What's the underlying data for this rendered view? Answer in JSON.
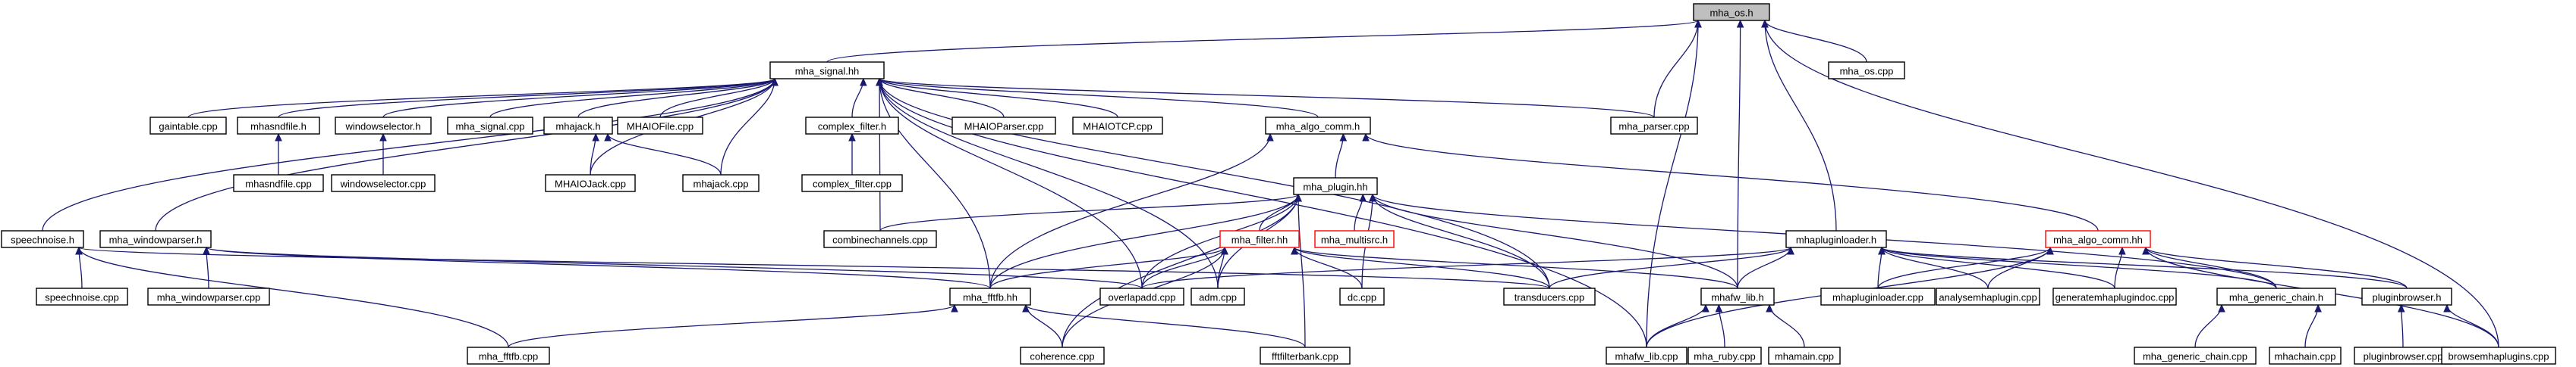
{
  "graph": {
    "type": "include-dependency-graph",
    "colors": {
      "edge": "#191970",
      "node_border": "#000000",
      "root_fill": "#bfbfbf",
      "red_border": "#ff0000",
      "background": "#ffffff"
    },
    "nodes": {
      "mha_os": "mha_os.h",
      "mha_signal": "mha_signal.hh",
      "mha_os_cpp": "mha_os.cpp",
      "gaintable": "gaintable.cpp",
      "mhasndfile_h": "mhasndfile.h",
      "windowselector_h": "windowselector.h",
      "mha_signal_cpp": "mha_signal.cpp",
      "mhajack_h": "mhajack.h",
      "mhaiofile": "MHAIOFile.cpp",
      "complex_filter_h": "complex_filter.h",
      "mhaioparser": "MHAIOParser.cpp",
      "mhaiotcp": "MHAIOTCP.cpp",
      "mha_algo_comm_h": "mha_algo_comm.h",
      "mha_parser_cpp": "mha_parser.cpp",
      "mhasndfile_cpp": "mhasndfile.cpp",
      "windowselector_cpp": "windowselector.cpp",
      "mhaiojack": "MHAIOJack.cpp",
      "mhajack_cpp": "mhajack.cpp",
      "complex_filter_cpp": "complex_filter.cpp",
      "mha_plugin": "mha_plugin.hh",
      "speechnoise_h": "speechnoise.h",
      "mha_windowparser_h": "mha_windowparser.h",
      "combinechannels": "combinechannels.cpp",
      "mha_filter": "mha_filter.hh",
      "mha_multisrc": "mha_multisrc.h",
      "mhapluginloader_h": "mhapluginloader.h",
      "mha_algo_comm_hh": "mha_algo_comm.hh",
      "speechnoise_cpp": "speechnoise.cpp",
      "mha_windowparser_cpp": "mha_windowparser.cpp",
      "mha_fftfb_hh": "mha_fftfb.hh",
      "overlapadd": "overlapadd.cpp",
      "adm": "adm.cpp",
      "dc": "dc.cpp",
      "transducers": "transducers.cpp",
      "mhafw_lib_h": "mhafw_lib.h",
      "mhapluginloader_cpp": "mhapluginloader.cpp",
      "analysemhaplugin": "analysemhaplugin.cpp",
      "generatemhaplugindoc": "generatemhaplugindoc.cpp",
      "mha_generic_chain_h": "mha_generic_chain.h",
      "pluginbrowser_h": "pluginbrowser.h",
      "mha_fftfb_cpp": "mha_fftfb.cpp",
      "coherence": "coherence.cpp",
      "fftfilterbank": "fftfilterbank.cpp",
      "mhafw_lib_cpp": "mhafw_lib.cpp",
      "mha_ruby": "mha_ruby.cpp",
      "mhamain": "mhamain.cpp",
      "mha_generic_chain_cpp": "mha_generic_chain.cpp",
      "mhachain": "mhachain.cpp",
      "pluginbrowser_cpp": "pluginbrowser.cpp",
      "browsemhaplugins": "browsemhaplugins.cpp"
    },
    "edges": [
      [
        "mha_signal",
        "mha_os"
      ],
      [
        "mha_os_cpp",
        "mha_os"
      ],
      [
        "mha_parser_cpp",
        "mha_os"
      ],
      [
        "mhapluginloader_h",
        "mha_os"
      ],
      [
        "mhafw_lib_h",
        "mha_os"
      ],
      [
        "mhafw_lib_cpp",
        "mha_os"
      ],
      [
        "browsemhaplugins",
        "mha_os"
      ],
      [
        "gaintable",
        "mha_signal"
      ],
      [
        "mhasndfile_h",
        "mha_signal"
      ],
      [
        "windowselector_h",
        "mha_signal"
      ],
      [
        "mha_signal_cpp",
        "mha_signal"
      ],
      [
        "mhajack_h",
        "mha_signal"
      ],
      [
        "mhaiofile",
        "mha_signal"
      ],
      [
        "complex_filter_h",
        "mha_signal"
      ],
      [
        "mhaioparser",
        "mha_signal"
      ],
      [
        "mhaiotcp",
        "mha_signal"
      ],
      [
        "mha_algo_comm_h",
        "mha_signal"
      ],
      [
        "mha_parser_cpp",
        "mha_signal"
      ],
      [
        "speechnoise_h",
        "mha_signal"
      ],
      [
        "mha_windowparser_h",
        "mha_signal"
      ],
      [
        "mhaiojack",
        "mha_signal"
      ],
      [
        "mhajack_cpp",
        "mha_signal"
      ],
      [
        "combinechannels",
        "mha_signal"
      ],
      [
        "overlapadd",
        "mha_signal"
      ],
      [
        "adm",
        "mha_signal"
      ],
      [
        "transducers",
        "mha_signal"
      ],
      [
        "mhafw_lib_cpp",
        "mha_signal"
      ],
      [
        "mha_fftfb_hh",
        "mha_signal"
      ],
      [
        "mhasndfile_cpp",
        "mhasndfile_h"
      ],
      [
        "windowselector_cpp",
        "windowselector_h"
      ],
      [
        "mhaiojack",
        "mhajack_h"
      ],
      [
        "mhajack_cpp",
        "mhajack_h"
      ],
      [
        "complex_filter_cpp",
        "complex_filter_h"
      ],
      [
        "mha_plugin",
        "mha_algo_comm_h"
      ],
      [
        "mha_algo_comm_hh",
        "mha_algo_comm_h"
      ],
      [
        "mha_fftfb_hh",
        "mha_algo_comm_h"
      ],
      [
        "combinechannels",
        "mha_plugin"
      ],
      [
        "mha_filter",
        "mha_plugin"
      ],
      [
        "mha_multisrc",
        "mha_plugin"
      ],
      [
        "dc",
        "mha_plugin"
      ],
      [
        "transducers",
        "mha_plugin"
      ],
      [
        "mhafw_lib_h",
        "mha_plugin"
      ],
      [
        "coherence",
        "mha_plugin"
      ],
      [
        "fftfilterbank",
        "mha_plugin"
      ],
      [
        "overlapadd",
        "mha_plugin"
      ],
      [
        "adm",
        "mha_plugin"
      ],
      [
        "mha_generic_chain_h",
        "mha_plugin"
      ],
      [
        "mha_fftfb_hh",
        "mha_plugin"
      ],
      [
        "speechnoise_cpp",
        "speechnoise_h"
      ],
      [
        "mha_fftfb_cpp",
        "speechnoise_h"
      ],
      [
        "transducers",
        "speechnoise_h"
      ],
      [
        "mha_windowparser_cpp",
        "mha_windowparser_h"
      ],
      [
        "overlapadd",
        "mha_windowparser_h"
      ],
      [
        "mha_fftfb_hh",
        "mha_windowparser_h"
      ],
      [
        "mha_fftfb_hh",
        "mha_filter"
      ],
      [
        "overlapadd",
        "mha_filter"
      ],
      [
        "adm",
        "mha_filter"
      ],
      [
        "dc",
        "mha_filter"
      ],
      [
        "transducers",
        "mha_filter"
      ],
      [
        "coherence",
        "mha_filter"
      ],
      [
        "mhafw_lib_h",
        "mha_filter"
      ],
      [
        "overlapadd",
        "mhapluginloader_h"
      ],
      [
        "transducers",
        "mhapluginloader_h"
      ],
      [
        "mhafw_lib_h",
        "mhapluginloader_h"
      ],
      [
        "mhapluginloader_cpp",
        "mhapluginloader_h"
      ],
      [
        "analysemhaplugin",
        "mhapluginloader_h"
      ],
      [
        "generatemhaplugindoc",
        "mhapluginloader_h"
      ],
      [
        "mha_generic_chain_h",
        "mhapluginloader_h"
      ],
      [
        "pluginbrowser_h",
        "mhapluginloader_h"
      ],
      [
        "mhapluginloader_cpp",
        "mha_algo_comm_hh"
      ],
      [
        "analysemhaplugin",
        "mha_algo_comm_hh"
      ],
      [
        "generatemhaplugindoc",
        "mha_algo_comm_hh"
      ],
      [
        "mha_generic_chain_h",
        "mha_algo_comm_hh"
      ],
      [
        "pluginbrowser_h",
        "mha_algo_comm_hh"
      ],
      [
        "browsemhaplugins",
        "mha_algo_comm_hh"
      ],
      [
        "mhafw_lib_cpp",
        "mha_algo_comm_hh"
      ],
      [
        "mha_fftfb_cpp",
        "mha_fftfb_hh"
      ],
      [
        "coherence",
        "mha_fftfb_hh"
      ],
      [
        "fftfilterbank",
        "mha_fftfb_hh"
      ],
      [
        "mhafw_lib_cpp",
        "mhafw_lib_h"
      ],
      [
        "mha_ruby",
        "mhafw_lib_h"
      ],
      [
        "mhamain",
        "mhafw_lib_h"
      ],
      [
        "mha_generic_chain_cpp",
        "mha_generic_chain_h"
      ],
      [
        "mhachain",
        "mha_generic_chain_h"
      ],
      [
        "pluginbrowser_cpp",
        "pluginbrowser_h"
      ],
      [
        "browsemhaplugins",
        "pluginbrowser_h"
      ]
    ]
  }
}
